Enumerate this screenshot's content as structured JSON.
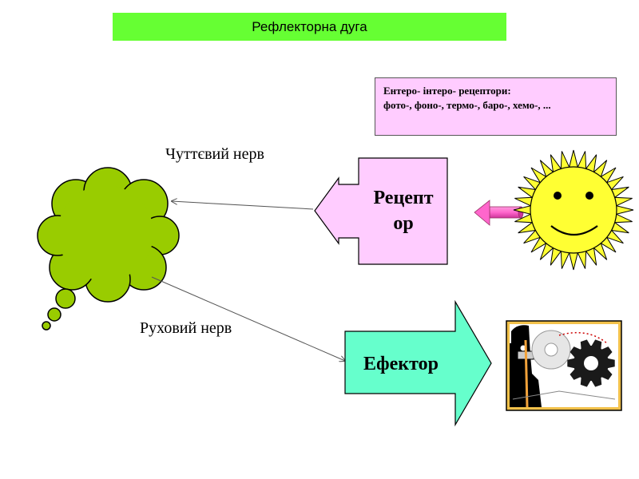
{
  "title": "Рефлекторна дуга",
  "info_box": {
    "line1": "Ентеро- інтеро- рецептори:",
    "line2": "фото-, фоно-, термо-, баро-, хемо-, ..."
  },
  "labels": {
    "sensory_nerve": "Чуттєвий нерв",
    "motor_nerve": "Руховий нерв"
  },
  "receptor": {
    "line1": "Рецепт",
    "line2": "ор"
  },
  "effector": "Ефектор",
  "colors": {
    "title_bg": "#66ff33",
    "info_bg": "#ffccff",
    "brain": "#99cc00",
    "receptor": "#ffccff",
    "effector": "#66ffcc",
    "sun": "#ffff33",
    "stimulus_arrow": "#ff66cc"
  }
}
